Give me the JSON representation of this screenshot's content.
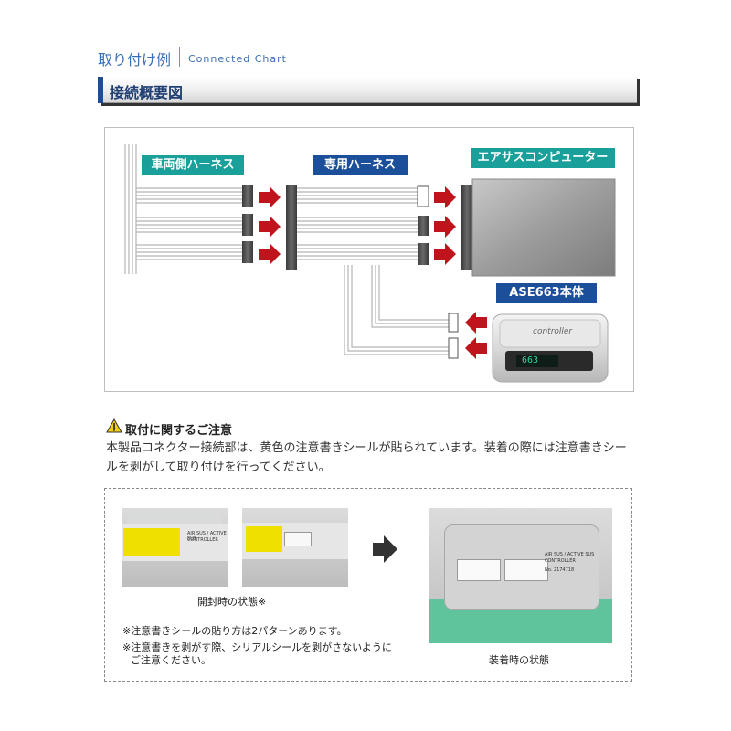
{
  "header": {
    "title_jp": "取り付け例",
    "title_en": "Connected Chart"
  },
  "section": {
    "title": "接続概要図"
  },
  "diagram": {
    "vehicle_harness": "車両側ハーネス",
    "dedicated_harness": "専用ハーネス",
    "air_sus_computer": "エアサスコンピューター",
    "unit": "ASE663本体",
    "unit_brand": "controller",
    "unit_display": "663",
    "colors": {
      "teal": "#19a09a",
      "navy": "#1b4f9a",
      "arrow": "#c0141c"
    }
  },
  "caution": {
    "title": "取付に関するご注意",
    "body": "本製品コネクター接続部は、黄色の注意書きシールが貼られています。装着の際には注意書きシールを剥がして取り付けを行ってください。"
  },
  "photos": {
    "caption_opened": "開封時の状態※",
    "caption_installed": "装着時の状態",
    "note1": "※注意書きシールの貼り方は2パターンあります。",
    "note2": "※注意書きを剥がす際、シリアルシールを剥がさないように",
    "note2b": "ご注意ください。",
    "label_brand": "AIR SUS / ACTIVE SUS",
    "label_model": "CONTROLLER",
    "label_serial": "No. 2174718"
  }
}
